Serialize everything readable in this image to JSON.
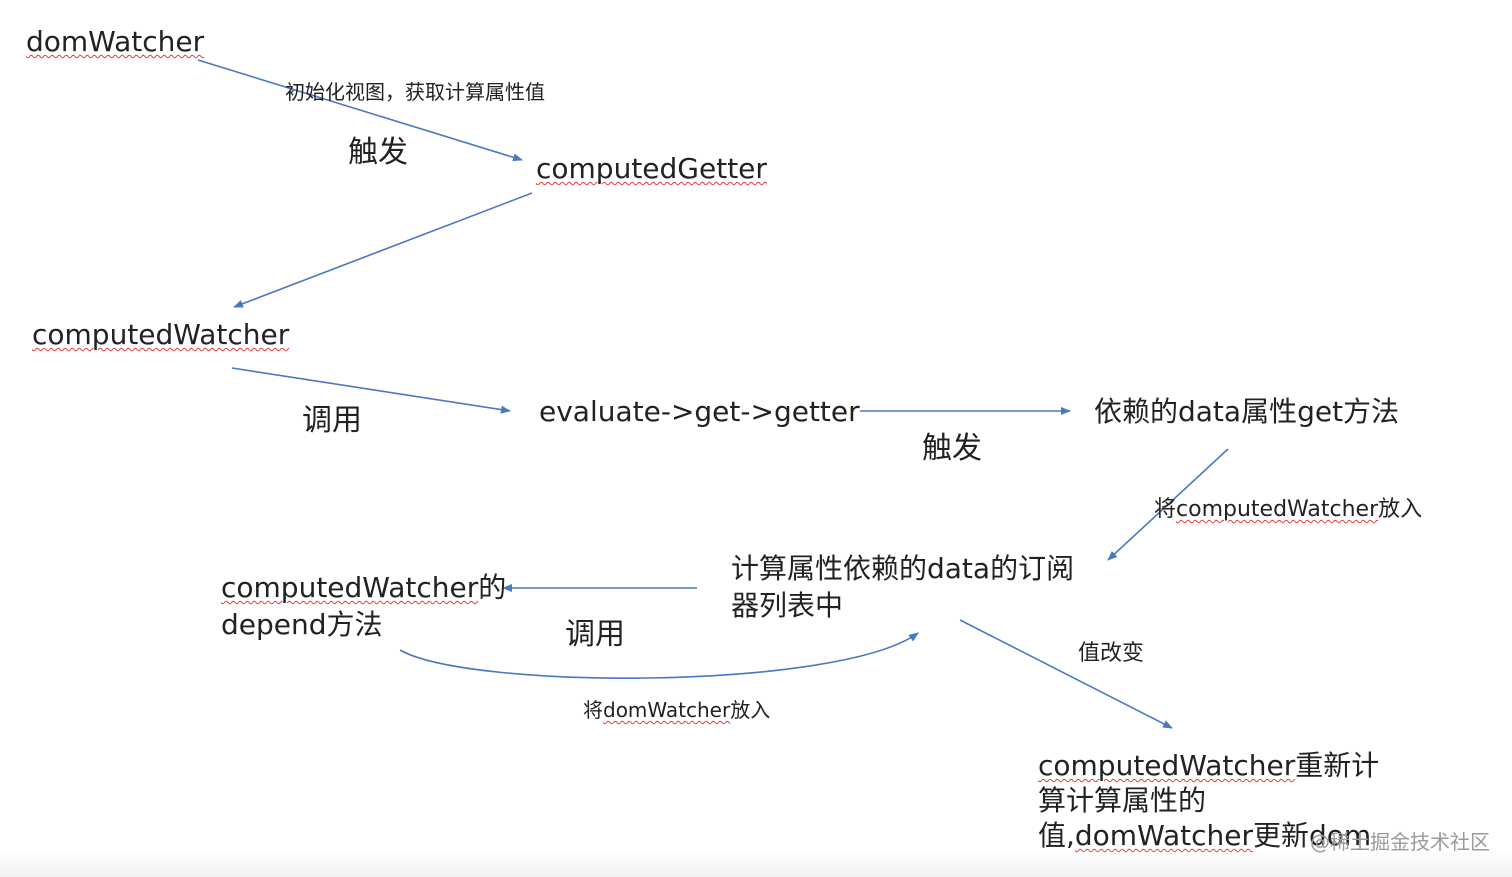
{
  "colors": {
    "arrow": "#4a78c2",
    "text": "#222222",
    "squiggle": "#e03a3a",
    "watermark": "#9a9a9a"
  },
  "nodes": {
    "dom_watcher": "domWatcher",
    "computed_getter": "computedGetter",
    "computed_watcher": "computedWatcher",
    "evaluate_chain": "evaluate->get->getter",
    "data_get_method": "依赖的data属性get方法",
    "subscriber_list_line1": "计算属性依赖的data的订阅",
    "subscriber_list_line2": "器列表中",
    "depend_line1_code": "computedWatcher",
    "depend_line1_text": "的",
    "depend_line2": "depend方法",
    "recompute_line1_code": "computedWatcher",
    "recompute_line1_text": "重新计",
    "recompute_line2": "算计算属性的",
    "recompute_line3_prefix": "值,",
    "recompute_line3_code": "domWatcher",
    "recompute_line3_suffix": "更新dom"
  },
  "edge_labels": {
    "init_view": "初始化视图，获取计算属性值",
    "trigger_1": "触发",
    "call_1": "调用",
    "trigger_2": "触发",
    "put_computed_prefix": "将",
    "put_computed_code": "computedWatcher",
    "put_computed_suffix": "放入",
    "call_2": "调用",
    "put_dom_prefix": "将",
    "put_dom_code": "domWatcher",
    "put_dom_suffix": "放入",
    "value_change": "值改变"
  },
  "watermark": "@稀土掘金技术社区"
}
